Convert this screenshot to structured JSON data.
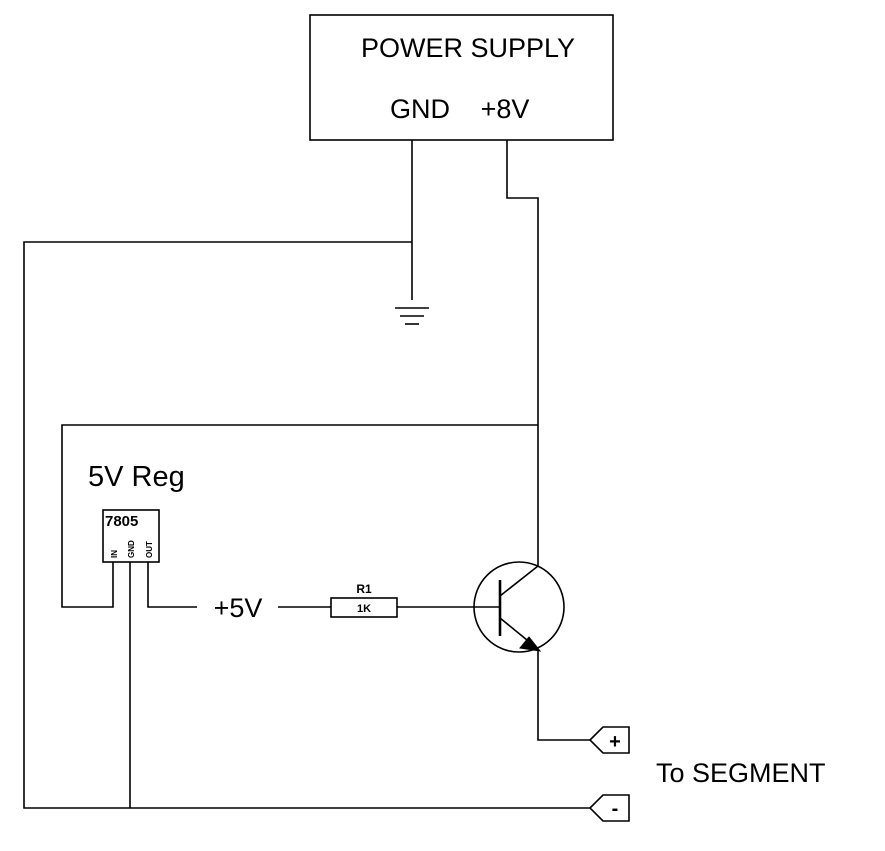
{
  "power_supply": {
    "title": "POWER SUPPLY",
    "gnd_label": "GND",
    "vplus_label": "+8V"
  },
  "regulator": {
    "caption": "5V Reg",
    "part": "7805",
    "pin_in": "IN",
    "pin_gnd": "GND",
    "pin_out": "OUT"
  },
  "net_5v_label": "+5V",
  "resistor": {
    "ref": "R1",
    "value": "1K"
  },
  "connector": {
    "plus_label": "+",
    "minus_label": "-",
    "caption": "To SEGMENT"
  }
}
